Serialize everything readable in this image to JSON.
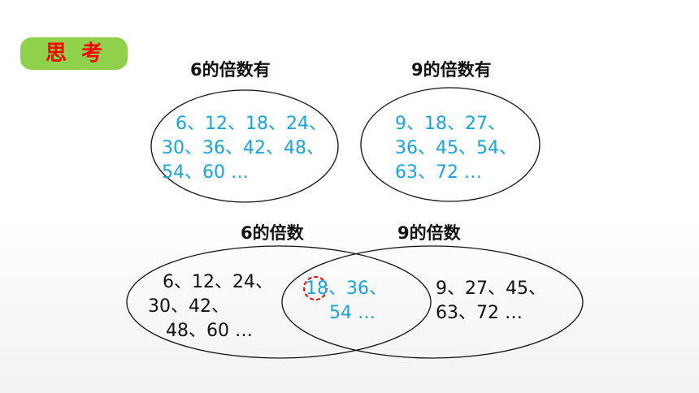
{
  "badge": "思考",
  "top": {
    "six_title": "6的倍数有",
    "nine_title": "9的倍数有",
    "six_lines": [
      "6、12、18、24、",
      "30、36、42、48、",
      "54、60 …"
    ],
    "nine_lines": [
      "9、18、27、",
      "36、45、54、",
      "63、72 …"
    ]
  },
  "venn": {
    "six_title": "6的倍数",
    "nine_title": "9的倍数",
    "six_only_lines": [
      "6、12、24、",
      "30、42、",
      "48、60 …"
    ],
    "common_lines": [
      "18、36、",
      "54 …"
    ],
    "nine_only_lines": [
      "9、27、45、",
      "63、72 …"
    ]
  },
  "colors": {
    "badge_bg": "#8fd14a",
    "badge_text": "#ff0000",
    "number_blue": "#1aa3d9",
    "highlight_circle": "#ff0000"
  }
}
